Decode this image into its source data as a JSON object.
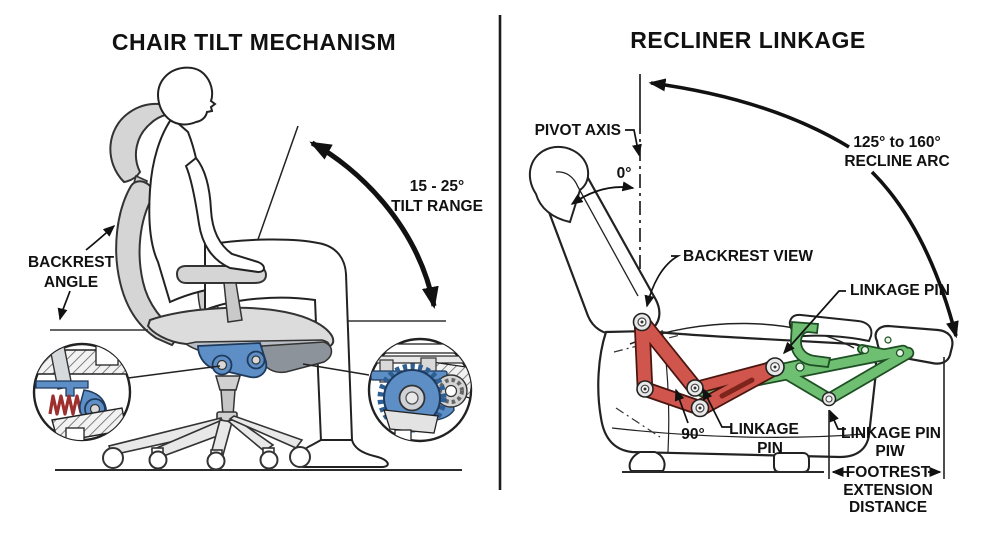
{
  "left_panel": {
    "title": "CHAIR TILT MECHANISM",
    "labels": {
      "backrest_angle_line1": "BACKREST",
      "backrest_angle_line2": "ANGLE",
      "tilt_range_line1": "15 - 25°",
      "tilt_range_line2": "TILT RANGE"
    }
  },
  "right_panel": {
    "title": "RECLINER LINKAGE",
    "labels": {
      "pivot_axis": "PIVOT AXIS",
      "zero_deg": "0°",
      "recline_arc_line1": "125° to 160°",
      "recline_arc_line2": "RECLINE ARC",
      "backrest_view": "BACKREST VIEW",
      "linkage_pin_upper": "LINKAGE PIN",
      "ninety_deg": "90°",
      "linkage_pin_lower_line1": "LINKAGE",
      "linkage_pin_lower_line2": "PIN",
      "linkage_pin_piw_line1": "LINKAGE PIN",
      "linkage_pin_piw_line2": "PIW",
      "footrest_line1": "FOOTREST",
      "footrest_line2": "EXTENSION",
      "footrest_line3": "DISTANCE"
    }
  },
  "colors": {
    "line": "#1a1a1a",
    "chair_gray": "#d5d5d5",
    "blue_mechanism": "#5d8fc6",
    "blue_mechanism_dark": "#1f3a5c",
    "spring_red": "#9e2f2f",
    "red_linkage": "#d0564d",
    "red_linkage_dark": "#4a150f",
    "green_linkage": "#6fbf73",
    "green_linkage_dark": "#1e4f24"
  }
}
